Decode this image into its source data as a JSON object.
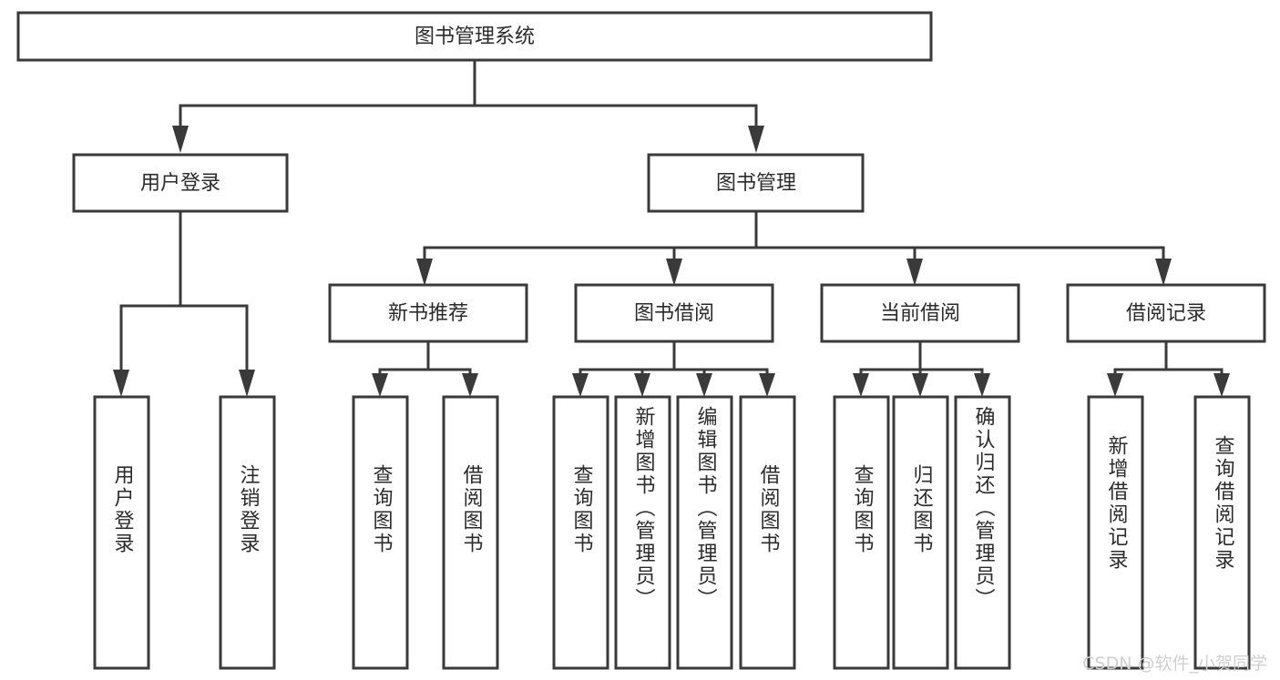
{
  "diagram": {
    "type": "tree-hierarchy",
    "title": "图书管理系统",
    "root": {
      "id": "root",
      "label": "图书管理系统",
      "orientation": "horizontal"
    },
    "level2": [
      {
        "id": "user-login",
        "label": "用户登录",
        "orientation": "horizontal"
      },
      {
        "id": "book-manage",
        "label": "图书管理",
        "orientation": "horizontal"
      }
    ],
    "level3": [
      {
        "id": "new-book-recommend",
        "label": "新书推荐",
        "orientation": "horizontal",
        "parent": "book-manage"
      },
      {
        "id": "book-borrow",
        "label": "图书借阅",
        "orientation": "horizontal",
        "parent": "book-manage"
      },
      {
        "id": "current-borrow",
        "label": "当前借阅",
        "orientation": "horizontal",
        "parent": "book-manage"
      },
      {
        "id": "borrow-record",
        "label": "借阅记录",
        "orientation": "horizontal",
        "parent": "book-manage"
      }
    ],
    "leaves": [
      {
        "id": "leaf-user-login",
        "label": "用户登录",
        "parent": "user-login",
        "orientation": "vertical"
      },
      {
        "id": "leaf-user-logout",
        "label": "注销登录",
        "parent": "user-login",
        "orientation": "vertical"
      },
      {
        "id": "leaf-query-book-1",
        "label": "查询图书",
        "parent": "new-book-recommend",
        "orientation": "vertical"
      },
      {
        "id": "leaf-borrow-book-1",
        "label": "借阅图书",
        "parent": "new-book-recommend",
        "orientation": "vertical"
      },
      {
        "id": "leaf-query-book-2",
        "label": "查询图书",
        "parent": "book-borrow",
        "orientation": "vertical"
      },
      {
        "id": "leaf-add-book",
        "label": "新增图书（管理员）",
        "parent": "book-borrow",
        "orientation": "vertical"
      },
      {
        "id": "leaf-edit-book",
        "label": "编辑图书（管理员）",
        "parent": "book-borrow",
        "orientation": "vertical"
      },
      {
        "id": "leaf-borrow-book-2",
        "label": "借阅图书",
        "parent": "book-borrow",
        "orientation": "vertical"
      },
      {
        "id": "leaf-query-book-3",
        "label": "查询图书",
        "parent": "current-borrow",
        "orientation": "vertical"
      },
      {
        "id": "leaf-return-book",
        "label": "归还图书",
        "parent": "current-borrow",
        "orientation": "vertical"
      },
      {
        "id": "leaf-confirm-return",
        "label": "确认归还（管理员）",
        "parent": "current-borrow",
        "orientation": "vertical"
      },
      {
        "id": "leaf-add-record",
        "label": "新增借阅记录",
        "parent": "borrow-record",
        "orientation": "vertical"
      },
      {
        "id": "leaf-query-record",
        "label": "查询借阅记录",
        "parent": "borrow-record",
        "orientation": "vertical"
      }
    ],
    "colors": {
      "background": "#ffffff",
      "box_fill": "#ffffff",
      "box_stroke": "#3a3a3a",
      "connector": "#3a3a3a",
      "text": "#2b2b2b",
      "watermark": "#cfcfcf"
    }
  },
  "watermark": {
    "text": "CSDN @软件_小贺同学"
  }
}
